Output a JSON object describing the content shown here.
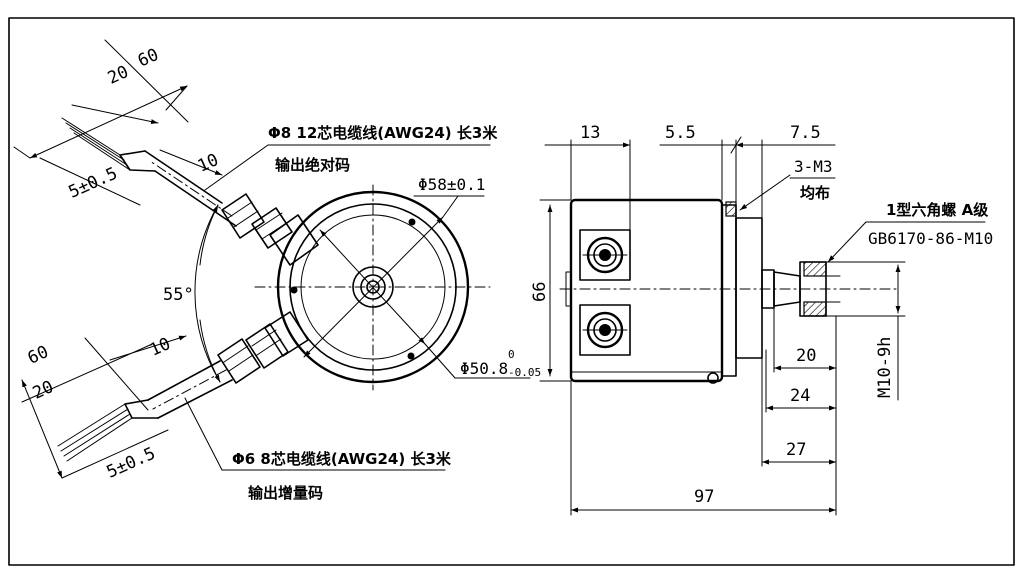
{
  "dimensions": {
    "cable_top_60": "60",
    "cable_top_20": "20",
    "cable_top_10": "10",
    "cable_top_strip": "5±0.5",
    "cable_bot_60": "60",
    "cable_bot_20": "20",
    "cable_bot_10": "10",
    "cable_bot_strip": "5±0.5",
    "angle": "55°",
    "dia_outer": "Φ58±0.1",
    "dia_inner": "Φ50.8",
    "dia_inner_upper_tol": "0",
    "dia_inner_lower_tol": "-0.05",
    "dim_13": "13",
    "dim_5_5": "5.5",
    "dim_7_5": "7.5",
    "dim_66": "66",
    "dim_20": "20",
    "dim_24": "24",
    "dim_27": "27",
    "dim_97": "97",
    "thread": "M10-9h"
  },
  "notes": {
    "top_cable_line1": "Φ8 12芯电缆线(AWG24) 长3米",
    "top_cable_line2": "输出绝对码",
    "bottom_cable_line1": "Φ6 8芯电缆线(AWG24) 长3米",
    "bottom_cable_line2": "输出增量码",
    "holes_line1": "3-M3",
    "holes_line2": "均布",
    "nut_line1": "1型六角螺 A级",
    "nut_line2": "GB6170-86-M10"
  }
}
